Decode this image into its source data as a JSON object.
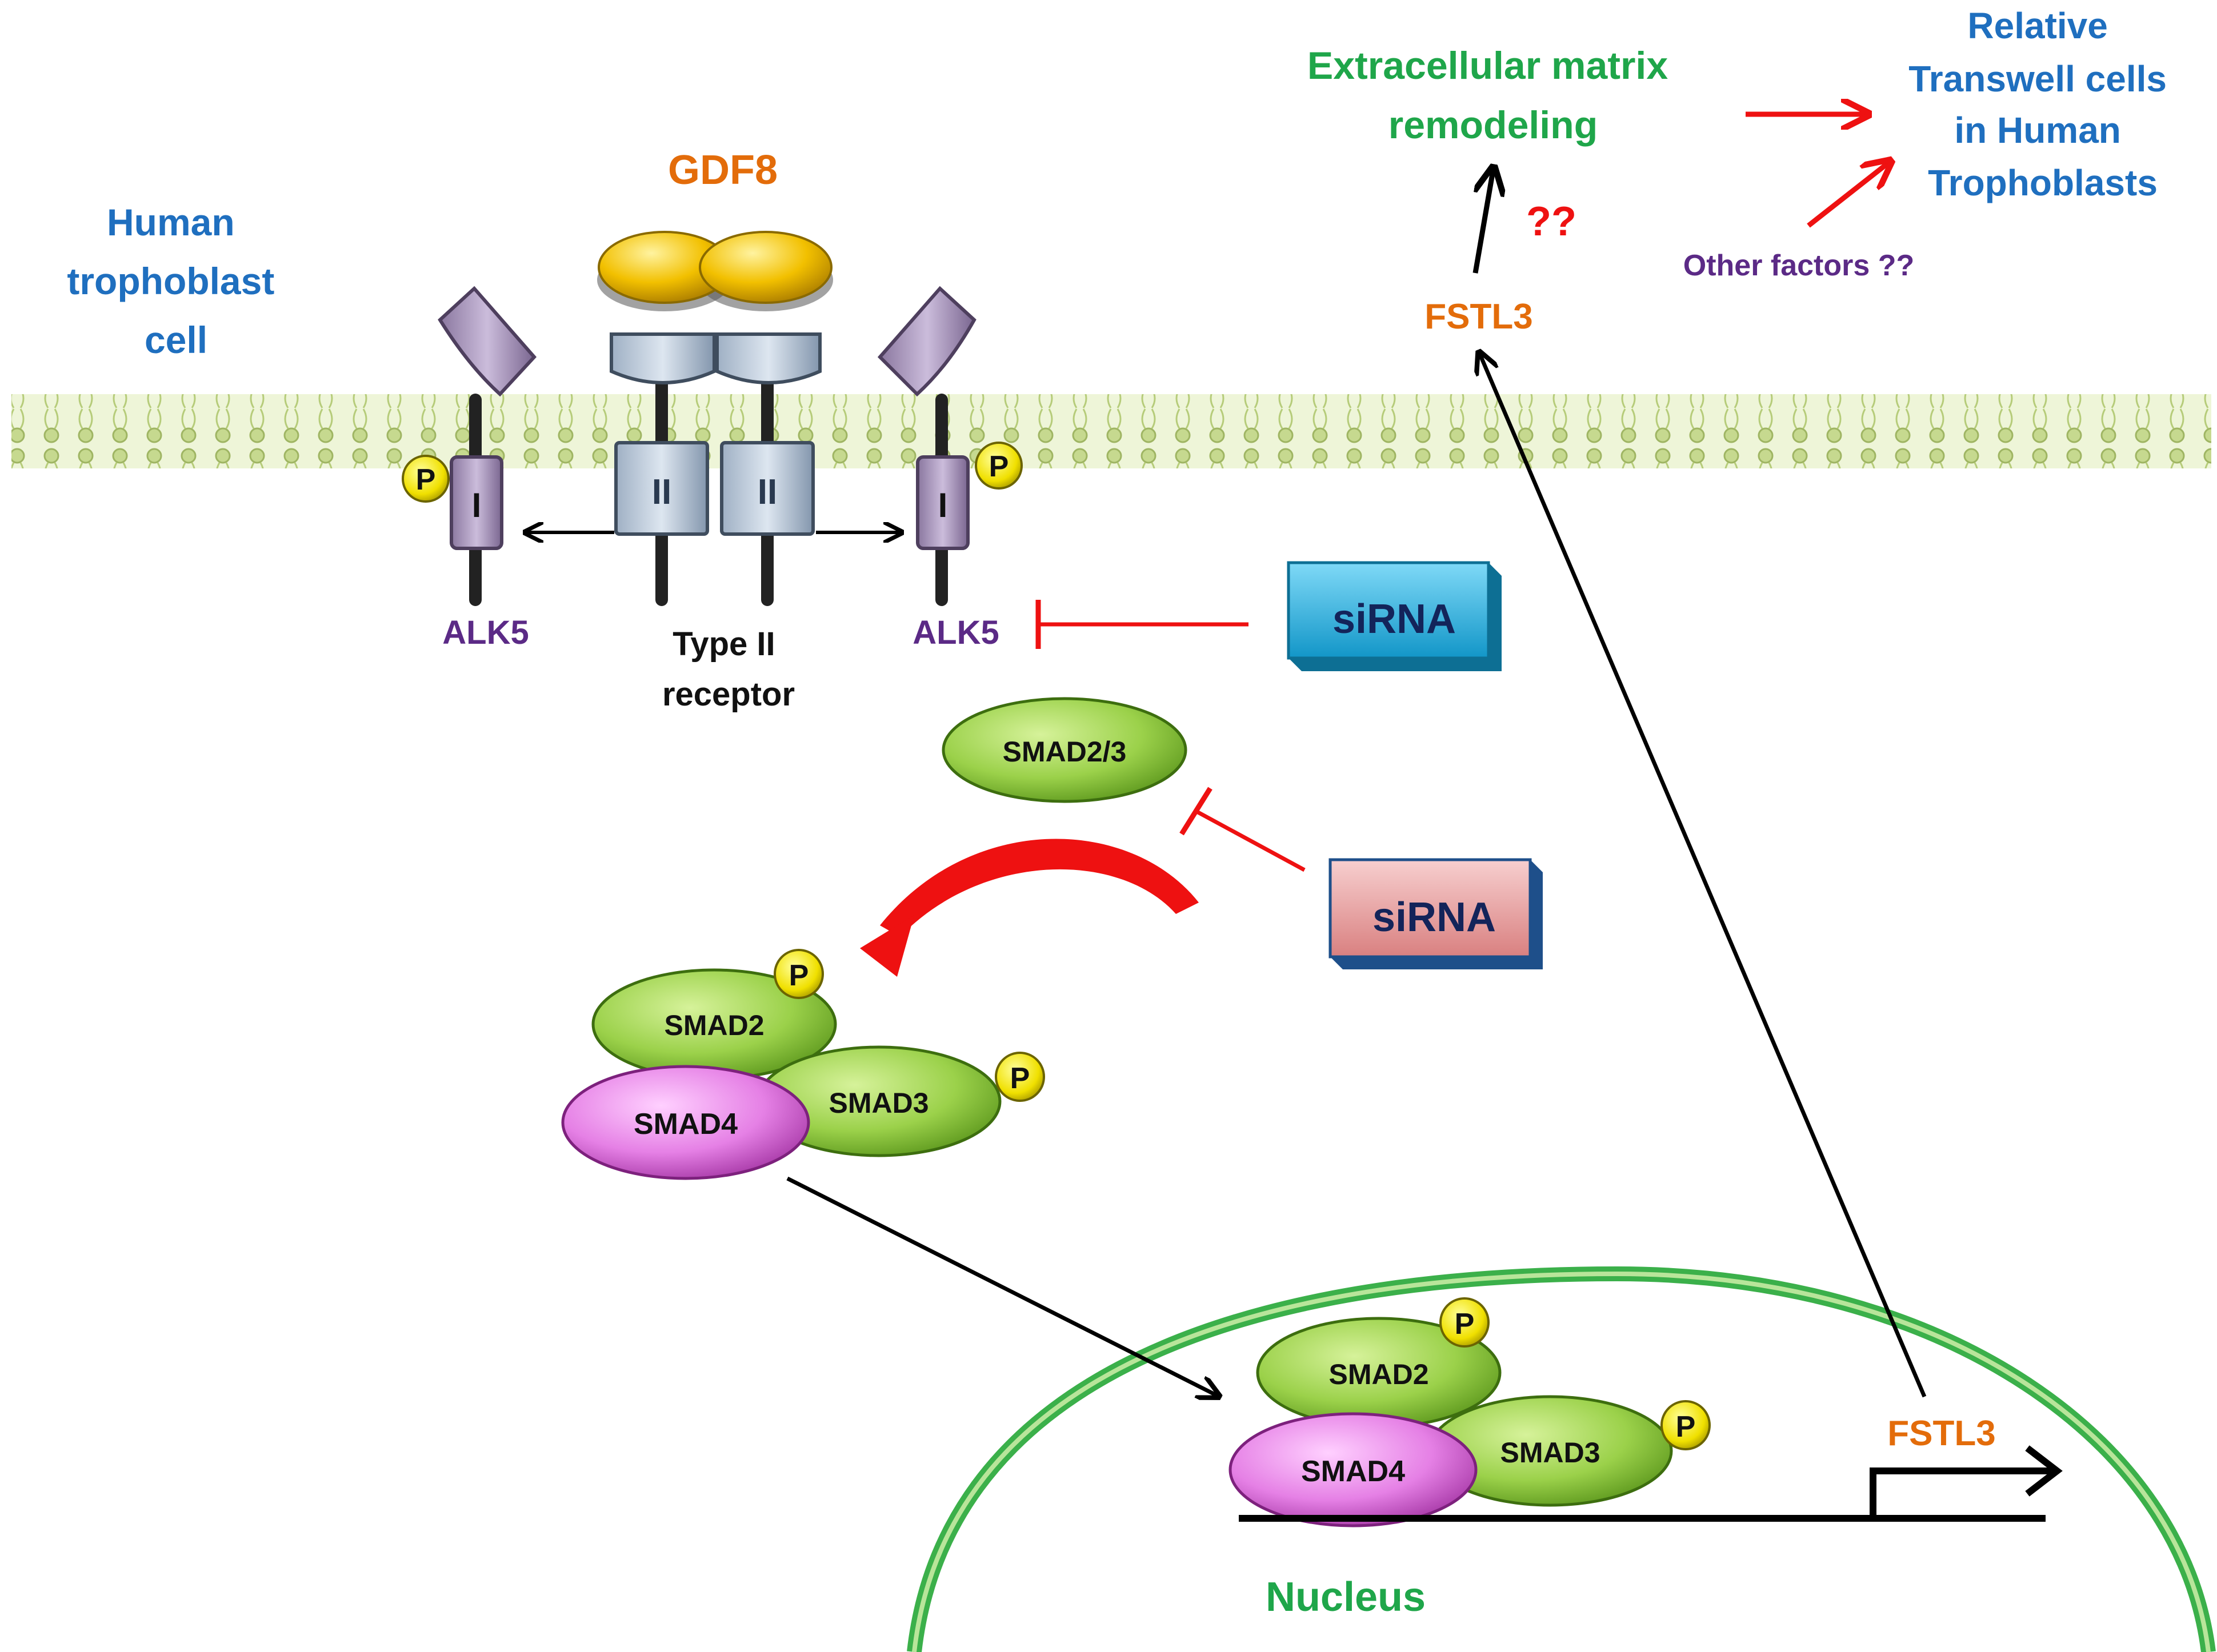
{
  "labels": {
    "cell": [
      "Human",
      "trophoblast",
      "cell"
    ],
    "ligand": "GDF8",
    "alk5_left": "ALK5",
    "alk5_right": "ALK5",
    "type2": [
      "Type II",
      "receptor"
    ],
    "type1_mark": "I",
    "type2_mark": "II",
    "phospho": "P",
    "sirna_1": "siRNA",
    "sirna_2": "siRNA",
    "smad23": "SMAD2/3",
    "smad2": "SMAD2",
    "smad3": "SMAD3",
    "smad4": "SMAD4",
    "ecm": [
      "Extracellular  matrix",
      "remodeling"
    ],
    "question": "??",
    "fstl3_out": "FSTL3",
    "fstl3_gene": "FSTL3",
    "transwell": [
      "Relative",
      "Transwell cells",
      "in Human",
      "Trophoblasts"
    ],
    "other": "Other factors ??",
    "nucleus": "Nucleus"
  },
  "colors": {
    "blue_text": "#1f6fbf",
    "orange_text": "#e36c0a",
    "purple_text": "#5b2a86",
    "green_text": "#1fa64a",
    "red": "#ee1111",
    "membrane": "#c6d98f",
    "smad_green": "#9bd14a",
    "smad4_pink": "#e580e5",
    "gold": "#f2c000",
    "sirna_blue": "#2ab4e6",
    "sirna_pink": "#eaa3a3"
  }
}
